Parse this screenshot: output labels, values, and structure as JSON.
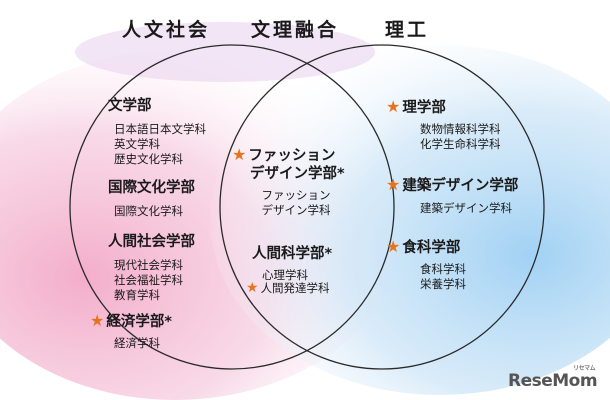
{
  "headings": {
    "left": "人文社会",
    "middle": "文理融合",
    "right": "理工"
  },
  "left": {
    "faculties": [
      {
        "name": "文学部",
        "star": false,
        "departments": [
          "日本語日本文学科",
          "英文学科",
          "歴史文化学科"
        ]
      },
      {
        "name": "国際文化学部",
        "star": false,
        "departments": [
          "国際文化学科"
        ]
      },
      {
        "name": "人間社会学部",
        "star": false,
        "departments": [
          "現代社会学科",
          "社会福祉学科",
          "教育学科"
        ]
      },
      {
        "name": "経済学部*",
        "star": true,
        "departments": [
          "経済学科"
        ]
      }
    ]
  },
  "middle": {
    "fashion": {
      "line1": "ファッション",
      "line2": "デザイン学部*",
      "dept1": "ファッション",
      "dept2": "デザイン学科"
    },
    "human_science": {
      "name": "人間科学部*",
      "dept1": "心理学科",
      "dept2": "人間発達学科"
    }
  },
  "right": {
    "faculties": [
      {
        "name": "理学部",
        "star": true,
        "departments": [
          "数物情報科学科",
          "化学生命科学科"
        ]
      },
      {
        "name": "建築デザイン学部",
        "star": true,
        "departments": [
          "建築デザイン学科"
        ]
      },
      {
        "name": "食科学部",
        "star": true,
        "departments": [
          "食科学科",
          "栄養学科"
        ]
      }
    ]
  },
  "star_symbol": "★",
  "logo": {
    "text": "ReseMom",
    "sub": "リセマム"
  },
  "colors": {
    "star": "#e8731f",
    "left_gradient": "#f4b6cf",
    "right_gradient": "#a9d3f2",
    "outline": "#2a2a2a"
  }
}
